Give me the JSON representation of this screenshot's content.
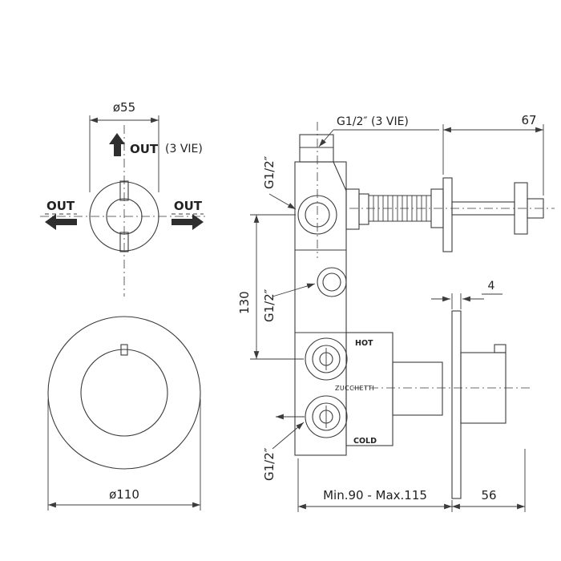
{
  "page": {
    "background": "#ffffff",
    "line_color": "#3b3b3b"
  },
  "front_view_top": {
    "diameter_label": "ø55",
    "out_top_label": "OUT",
    "note_label": "(3 VIE)",
    "out_left_label": "OUT",
    "out_right_label": "OUT"
  },
  "front_view_bottom": {
    "diameter_label": "ø110"
  },
  "section_view": {
    "top_connection_label": "G1/2″ (3 VIE)",
    "dim_top_right": "67",
    "g12_top_label": "G1/2″",
    "dim_height": "130",
    "g12_mid_label": "G1/2″",
    "g12_bottom_label": "G1/2″",
    "dim_plate_offset": "4",
    "hot_label": "HOT",
    "brand_label": "ZUCCHETTI",
    "cold_label": "COLD",
    "dim_depth_range": "Min.90 - Max.115",
    "dim_trim_depth": "56"
  }
}
